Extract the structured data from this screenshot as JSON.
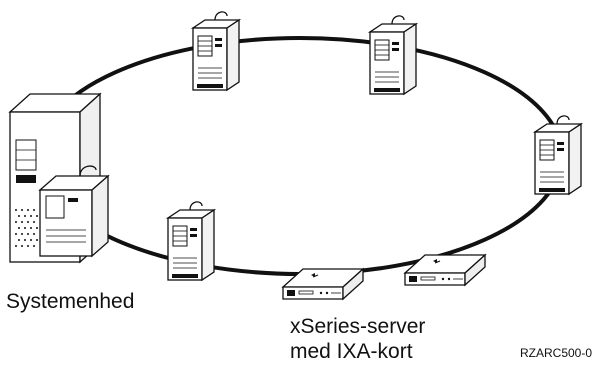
{
  "labels": {
    "system_unit": "Systemenhed",
    "server_line1": "xSeries-server",
    "server_line2": "med IXA-kort",
    "figure_code": "RZARC500-0"
  },
  "colors": {
    "ring": "#111111",
    "outline": "#111111",
    "background": "#ffffff"
  }
}
